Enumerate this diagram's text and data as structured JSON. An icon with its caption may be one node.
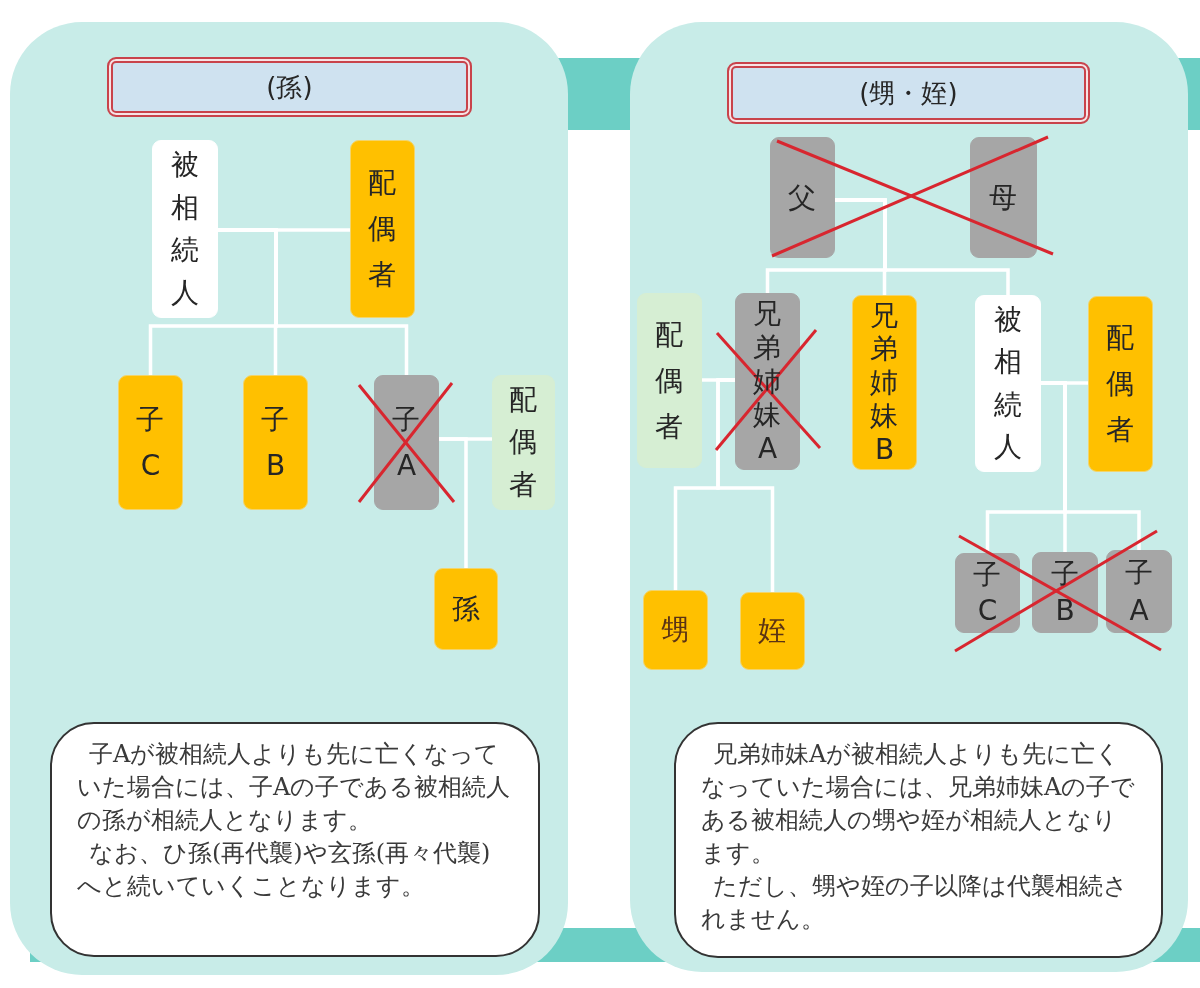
{
  "diagram": {
    "nodes": [
      {
        "text": [],
        "shape": "box"
      },
      {
        "text": [
          "(孫)"
        ],
        "in": 0
      },
      {
        "text": [
          "被相続人"
        ],
        "in": 0
      },
      {
        "text": [
          "配偶者"
        ],
        "in": 0
      },
      {
        "text": [
          "子C"
        ],
        "in": 0
      },
      {
        "text": [
          "子B"
        ],
        "in": 0
      },
      {
        "text": [
          "子A"
        ],
        "in": 0
      },
      {
        "text": [
          "配偶者"
        ],
        "in": 0
      },
      {
        "text": [
          "孫"
        ],
        "in": 0
      },
      {
        "text": [
          "子Aが被相続人よりも先に亡くなっていた場合には、子Aの子である被相続人の孫が相続人となります。",
          "なお、ひ孫(再代襲)や玄孫(再々代襲)へと続いていくことなります。"
        ],
        "in": 0
      },
      {
        "text": [],
        "shape": "box"
      },
      {
        "text": [
          "(甥・姪)"
        ],
        "in": 10
      },
      {
        "text": [
          "父"
        ],
        "in": 10
      },
      {
        "text": [
          "母"
        ],
        "in": 10
      },
      {
        "text": [
          "配偶者"
        ],
        "in": 10
      },
      {
        "text": [
          "兄弟姉妹A"
        ],
        "in": 10
      },
      {
        "text": [
          "兄弟姉妹B"
        ],
        "in": 10
      },
      {
        "text": [
          "被相続人"
        ],
        "in": 10
      },
      {
        "text": [
          "配偶者"
        ],
        "in": 10
      },
      {
        "text": [
          "甥"
        ],
        "in": 10
      },
      {
        "text": [
          "姪"
        ],
        "in": 10
      },
      {
        "text": [
          "子C"
        ],
        "in": 10
      },
      {
        "text": [
          "子B"
        ],
        "in": 10
      },
      {
        "text": [
          "子A"
        ],
        "in": 10
      },
      {
        "text": [
          "兄弟姉妹Aが被相続人よりも先に亡くなっていた場合には、兄弟姉妹Aの子である被相続人の甥や姪が相続人となります。",
          "ただし、甥や姪の子以降は代襲相続されません。"
        ],
        "in": 10
      }
    ],
    "edges": [
      {
        "from": 2,
        "to": 3,
        "arrow": "none"
      },
      {
        "from": 2,
        "to": 4,
        "arrow": "none"
      },
      {
        "from": 2,
        "to": 5,
        "arrow": "none"
      },
      {
        "from": 2,
        "to": 6,
        "arrow": "none"
      },
      {
        "from": 6,
        "to": 7,
        "arrow": "none"
      },
      {
        "from": 6,
        "to": 8,
        "arrow": "none"
      },
      {
        "from": 12,
        "to": 15,
        "arrow": "none"
      },
      {
        "from": 12,
        "to": 16,
        "arrow": "none"
      },
      {
        "from": 12,
        "to": 17,
        "arrow": "none"
      },
      {
        "from": 14,
        "to": 15,
        "arrow": "none"
      },
      {
        "from": 15,
        "to": 19,
        "arrow": "none"
      },
      {
        "from": 15,
        "to": 20,
        "arrow": "none"
      },
      {
        "from": 17,
        "to": 18,
        "arrow": "none"
      },
      {
        "from": 17,
        "to": 21,
        "arrow": "none"
      },
      {
        "from": 17,
        "to": 22,
        "arrow": "none"
      },
      {
        "from": 17,
        "to": 23,
        "arrow": "none"
      }
    ]
  }
}
